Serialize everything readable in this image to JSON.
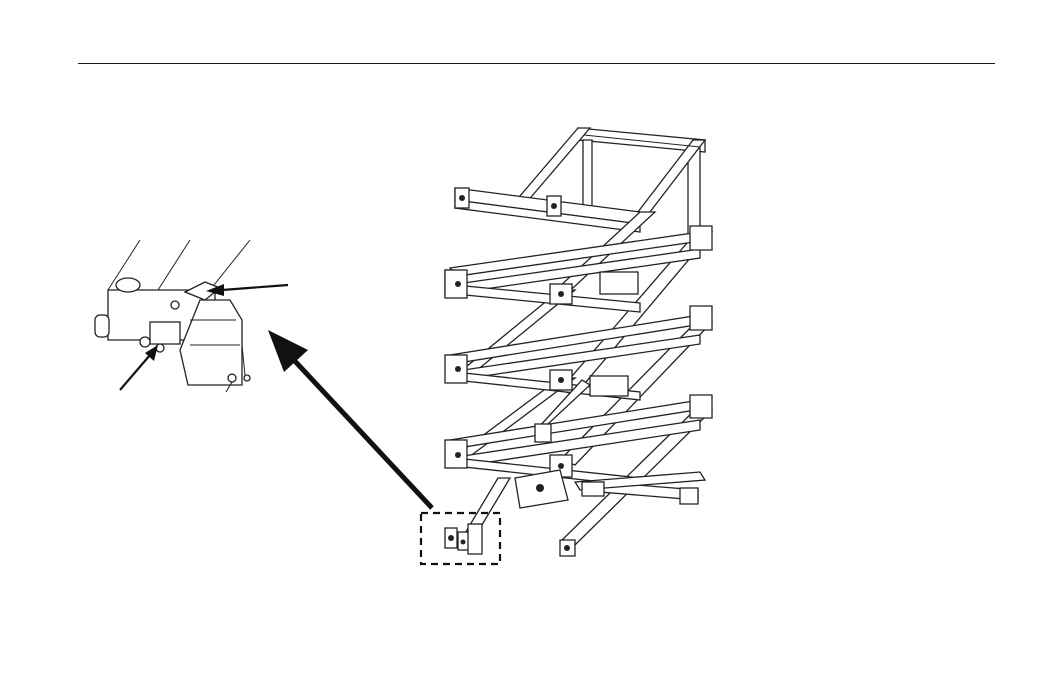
{
  "page": {
    "background_color": "#ffffff",
    "line_color": "#1a1a1a"
  },
  "diagram": {
    "subject": "scissor-lift-frame",
    "detail_view": "enlarged-component-detail",
    "callout_box_style": "dashed",
    "arrows": [
      "detail-callout-arrow",
      "pointer-arrow-upper",
      "pointer-arrow-lower"
    ]
  }
}
